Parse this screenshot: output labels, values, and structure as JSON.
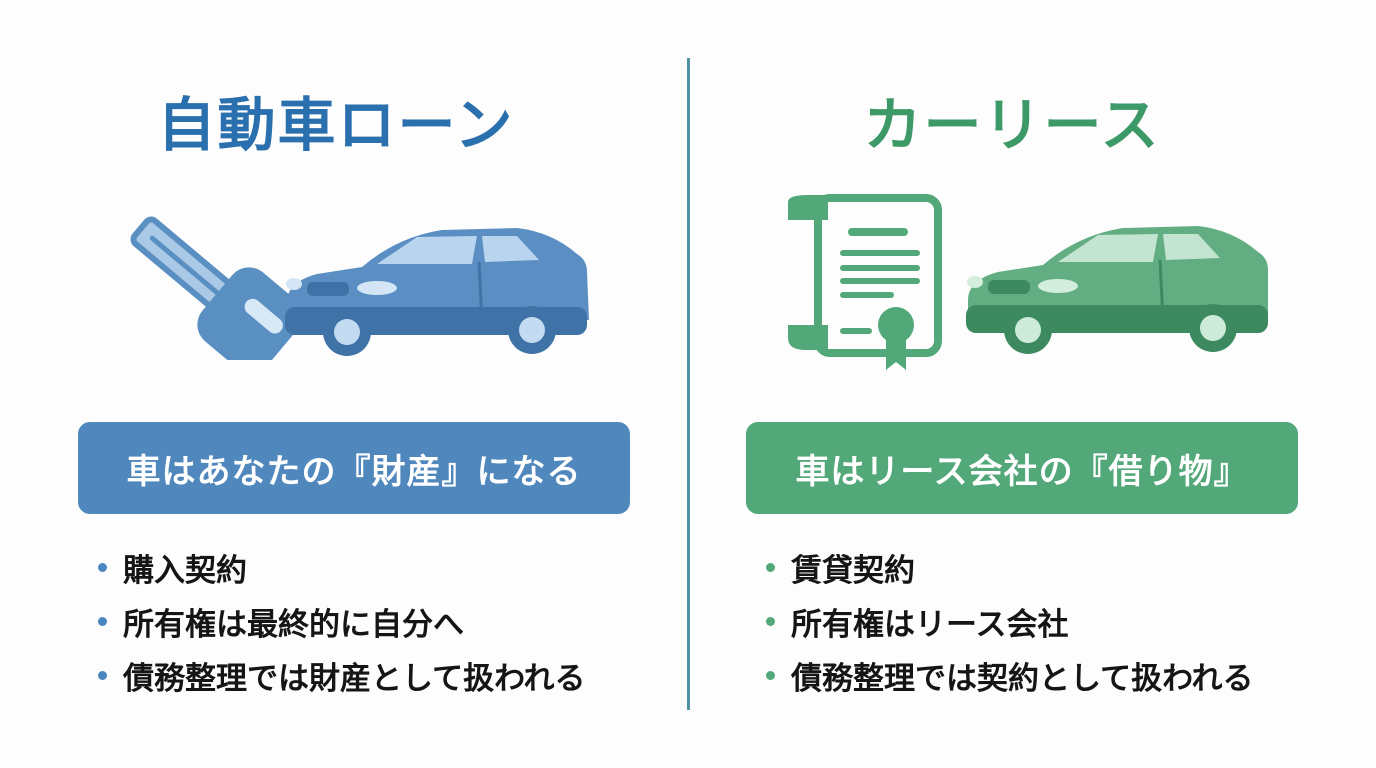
{
  "colors": {
    "loan_primary": "#2a6fae",
    "loan_banner": "#5088bd",
    "lease_primary": "#3d9a68",
    "lease_banner": "#52a878",
    "divider": "#4d93a3"
  },
  "left": {
    "title": "自動車ローン",
    "icons": [
      "car-key-icon",
      "car-icon"
    ],
    "banner": "車はあなたの『財産』になる",
    "points": [
      "購入契約",
      "所有権は最終的に自分へ",
      "債務整理では財産として扱われる"
    ]
  },
  "right": {
    "title": "カーリース",
    "icons": [
      "contract-certificate-icon",
      "car-icon"
    ],
    "banner": "車はリース会社の『借り物』",
    "points": [
      "賃貸契約",
      "所有権はリース会社",
      "債務整理では契約として扱われる"
    ]
  }
}
